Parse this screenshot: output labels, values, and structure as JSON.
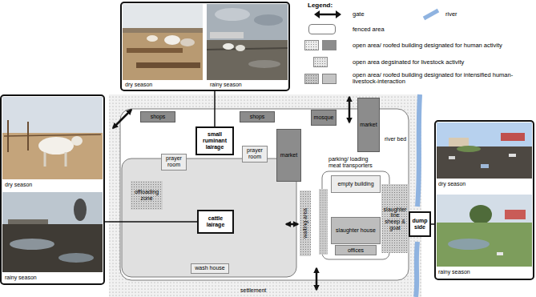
{
  "diagram": {
    "nodes": [
      {
        "text": [
          "dry season",
          "rainy season"
        ]
      },
      {
        "text": [
          "dry season",
          "rainy season"
        ]
      },
      {
        "text": [
          "dry season",
          "rainy season"
        ]
      },
      {
        "text": [
          "shops"
        ]
      },
      {
        "text": [
          "shops"
        ]
      },
      {
        "text": [
          "small ruminant lairage"
        ]
      },
      {
        "text": [
          "mosque"
        ]
      },
      {
        "text": [
          "market"
        ]
      },
      {
        "text": [
          "prayer room"
        ]
      },
      {
        "text": [
          "prayer room"
        ]
      },
      {
        "text": [
          "market"
        ]
      },
      {
        "text": [
          "empty building"
        ]
      },
      {
        "text": [
          "offloading zone"
        ]
      },
      {
        "text": [
          "slaughter line sheep & goat"
        ]
      },
      {
        "text": [
          "waiting area"
        ]
      },
      {
        "text": [
          "cattle lairage"
        ]
      },
      {
        "text": [
          "dump side"
        ]
      },
      {
        "text": [
          "slaughter house"
        ]
      },
      {
        "text": [
          "offices"
        ]
      },
      {
        "text": [
          "wash house"
        ]
      }
    ],
    "edges": [
      {
        "from": 0,
        "to": 5,
        "arrow": "none"
      },
      {
        "from": 1,
        "to": 15,
        "arrow": "none"
      },
      {
        "from": 2,
        "to": 16,
        "arrow": "none"
      }
    ],
    "labels": [
      "Legend:",
      "parking/ loading meat transporters",
      "river bed",
      "settlement"
    ],
    "legend": [
      {
        "text": "gate"
      },
      {
        "text": "river"
      },
      {
        "text": "fenced area"
      },
      {
        "text": "open area/ roofed building designated for human activity",
        "color": "#8c8c8c"
      },
      {
        "text": "open area degsinated for livestock activity",
        "color": "#e6e6e6"
      },
      {
        "text": "open area/ roofed building designated for intensified human-livestock-interaction",
        "color": "#c4c4c4"
      }
    ]
  }
}
